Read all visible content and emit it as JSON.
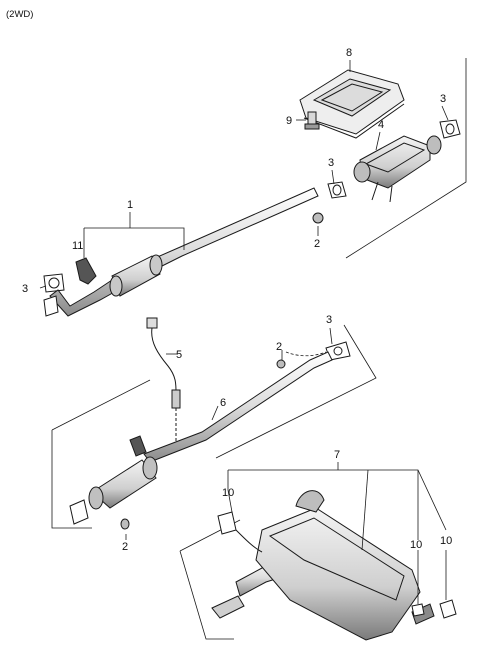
{
  "header": {
    "variant": "(2WD)"
  },
  "callouts": {
    "c1": "1",
    "c2a": "2",
    "c2b": "2",
    "c2c": "2",
    "c3a": "3",
    "c3b": "3",
    "c3c": "3",
    "c3d": "3",
    "c4": "4",
    "c5": "5",
    "c6": "6",
    "c7": "7",
    "c8": "8",
    "c9": "9",
    "c10a": "10",
    "c10b": "10",
    "c10c": "10",
    "c11": "11"
  },
  "colors": {
    "line": "#1a1a1a",
    "part_fill": "#e6e6e6",
    "part_dark": "#9a9a9a",
    "background": "#ffffff"
  },
  "icons": [
    "heat-shield-icon",
    "catalytic-converter-icon",
    "front-pipe-icon",
    "oxygen-sensor-icon",
    "center-pipe-icon",
    "muffler-icon",
    "gasket-icon",
    "nut-icon",
    "bolt-icon",
    "hanger-icon",
    "clamp-icon"
  ]
}
